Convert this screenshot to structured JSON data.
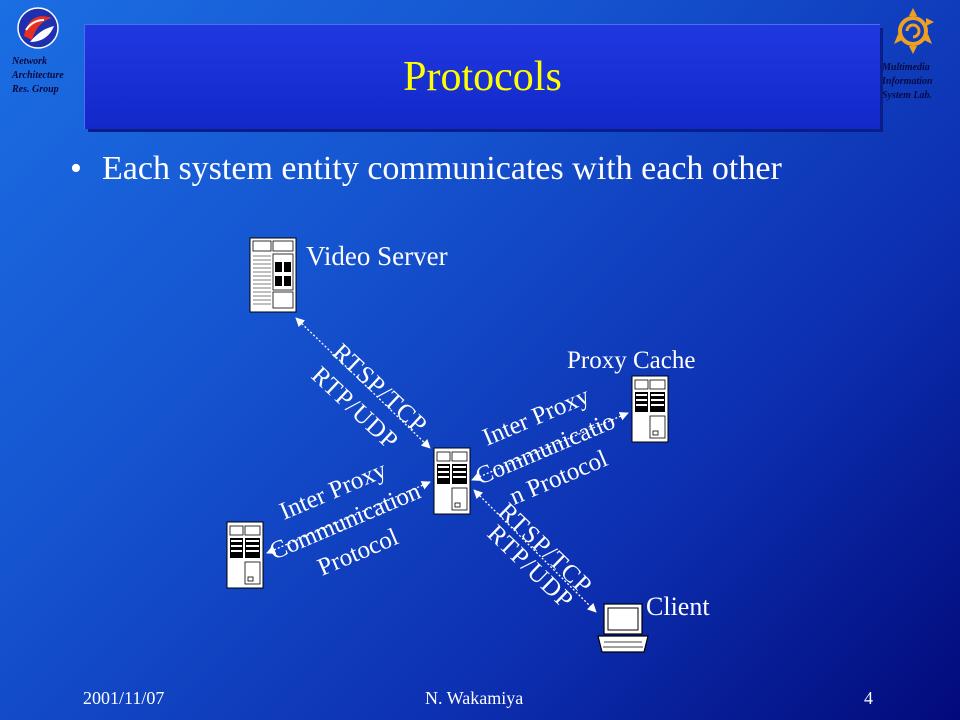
{
  "header": {
    "left_logo": {
      "icon": "nag-swirl-logo-icon",
      "text": "Network\nArchitecture\nRes. Group"
    },
    "right_logo": {
      "icon": "sun-spiral-logo-icon",
      "text": "Multimedia\nInformation\nSystem Lab."
    }
  },
  "slide": {
    "title": "Protocols",
    "bullet": "Each system entity communicates with each other"
  },
  "diagram": {
    "nodes": {
      "video_server": "Video Server",
      "proxy_cache": "Proxy Cache",
      "client": "Client"
    },
    "links": {
      "server_proxy": [
        "RTSP/TCP",
        "RTP/UDP"
      ],
      "center_proxy_right": [
        "Inter Proxy",
        "Communicatio",
        "n Protocol"
      ],
      "center_proxy_left": [
        "Inter Proxy",
        "Communication",
        "Protocol"
      ],
      "proxy_client": [
        "RTSP/TCP",
        "RTP/UDP"
      ]
    }
  },
  "footer": {
    "date": "2001/11/07",
    "author": "N. Wakamiya",
    "page": "4"
  },
  "colors": {
    "title": "#ffff00",
    "text": "#ffffff",
    "background": "#1553cf"
  }
}
